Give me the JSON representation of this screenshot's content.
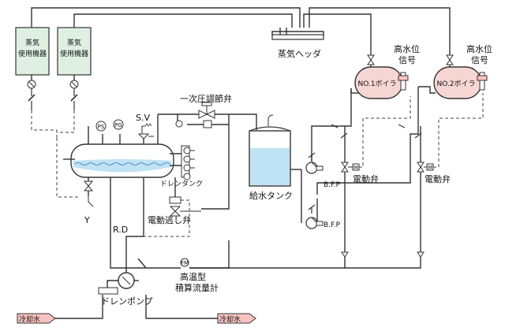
{
  "labels": {
    "steam_equipment": [
      "蒸気",
      "使用機器"
    ],
    "steam_header": "蒸気ヘッダ",
    "high_level_signal": [
      "高水位",
      "信号"
    ],
    "boiler1": "NO.1ボイラ",
    "boiler2": "NO.2ボイラ",
    "primary_pressure_valve": "一次圧調節弁",
    "safety_valve": "S.V",
    "drain_tank": "ドレンタンク",
    "motor_relief_valve": "電動逃し弁",
    "strainer": "Y",
    "rd": "R.D",
    "feed_tank": "給水タンク",
    "bfp": "B.F.P",
    "motor_valve": "電動弁",
    "flowmeter": [
      "高温型",
      "積算流量計"
    ],
    "drain_pump": "ドレンポンプ",
    "cooling_water": "冷却水",
    "gauge_ps": "PS",
    "gauge_pg": "PG",
    "motor_mark": "M",
    "flowmeter_mark": "FM"
  },
  "colors": {
    "equipment_fill": "#dff0e3",
    "boiler_fill": "#f6d6d3",
    "water_fill": "#bfe3f5",
    "cooling_fill": "#f7c3c0"
  }
}
